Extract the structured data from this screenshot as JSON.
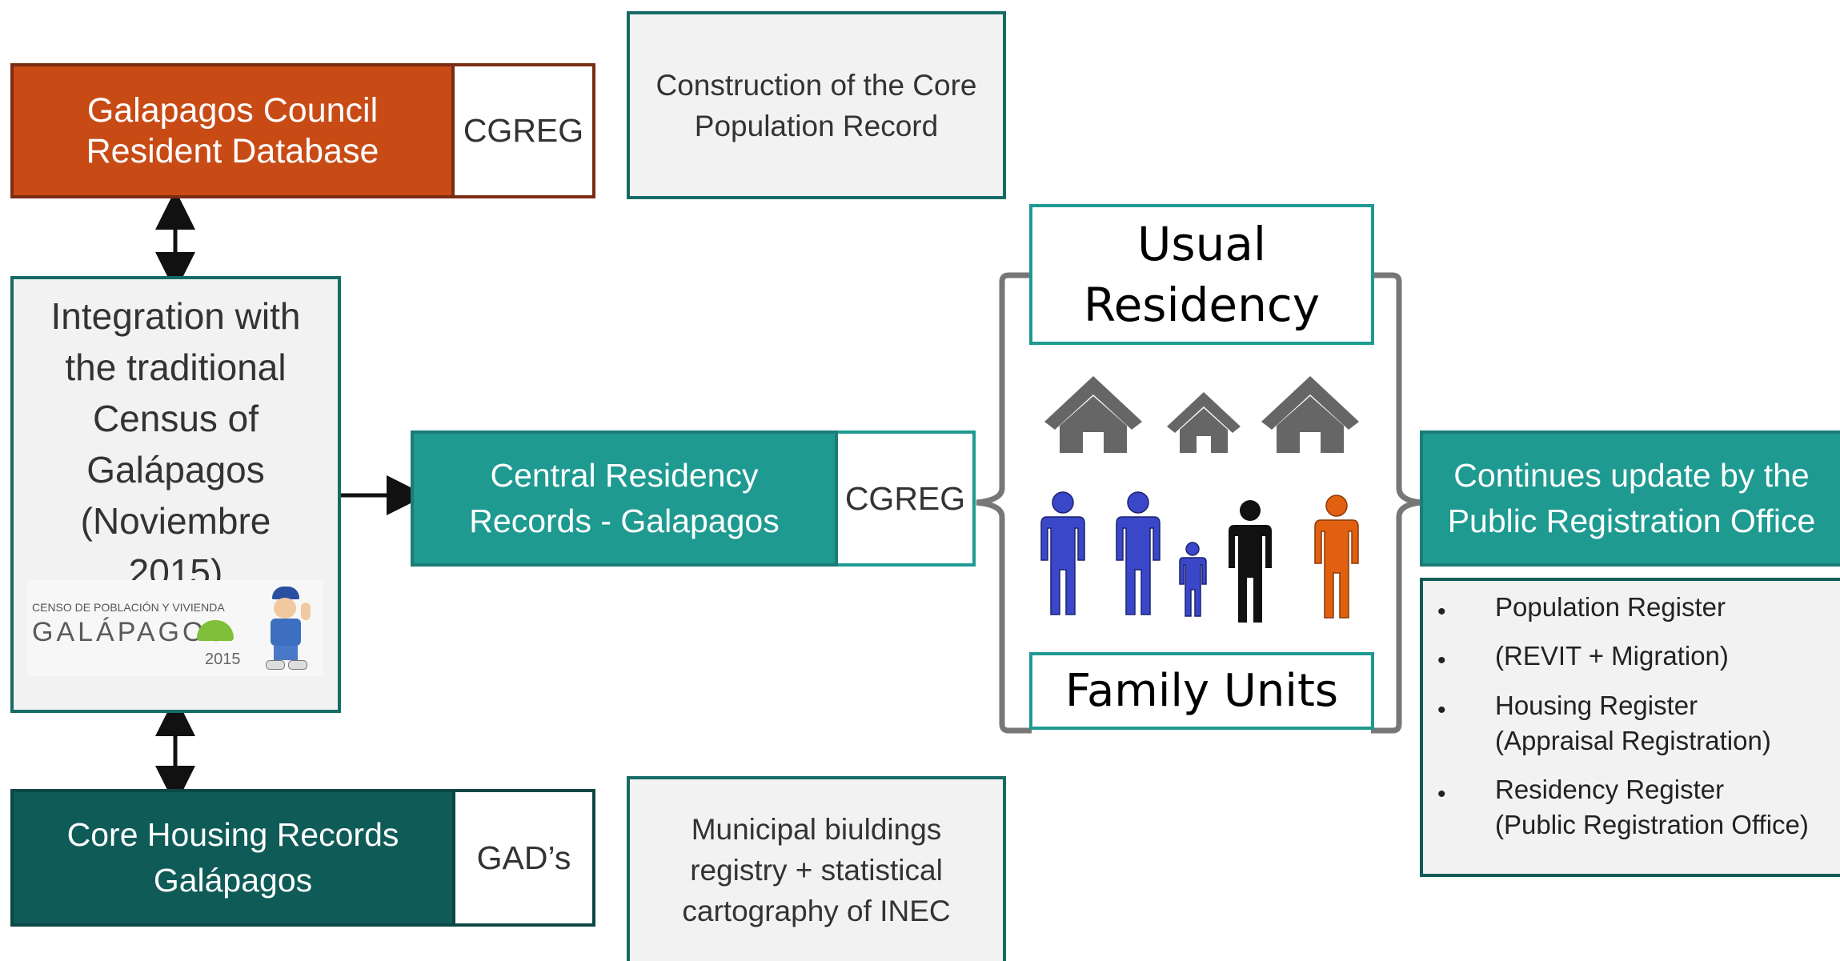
{
  "colors": {
    "orange": "#c84b16",
    "orange_border": "#7a2c14",
    "teal": "#1e9a91",
    "dark_teal": "#0f5b57",
    "gray_fill": "#f2f2f2",
    "house_gray": "#666666",
    "person_blue": "#3a47c8",
    "person_black": "#111111",
    "person_orange": "#e0600f"
  },
  "council_db": {
    "label": "Galapagos Council\nResident Database",
    "tag": "CGREG"
  },
  "core_record": {
    "label": "Construction of the Core\nPopulation Record"
  },
  "census": {
    "label": "Integration with the traditional Census of Galápagos (Noviembre 2015)",
    "logo": {
      "line1": "CENSO DE POBLACIÓN Y VIVIENDA",
      "word": "GALÁPAGOS",
      "year": "2015",
      "icon": "census-mascot-icon"
    }
  },
  "central": {
    "label": "Central Residency\nRecords  - Galapagos",
    "tag": "CGREG"
  },
  "housing": {
    "label": "Core Housing Records\nGalápagos",
    "tag": "GAD’s"
  },
  "municipal": {
    "label": "Municipal biuldings\nregistry + statistical\ncartography of INEC"
  },
  "residency": {
    "header": "Usual\nResidency",
    "footer": "Family Units",
    "icons": [
      "house-icon",
      "house-icon",
      "house-icon",
      "person-icon",
      "person-icon",
      "child-icon",
      "person-icon",
      "person-icon"
    ]
  },
  "update": {
    "label": "Continues update by the\nPublic Registration Office"
  },
  "registers": {
    "bullet": "•",
    "items": [
      {
        "title": "Population Register",
        "sub": "(REVIT + Migration)"
      },
      {
        "title": "Housing Register",
        "sub": " (Appraisal Registration)"
      },
      {
        "title": "Residency Register",
        "sub": "(Public Registration Office)"
      }
    ]
  }
}
